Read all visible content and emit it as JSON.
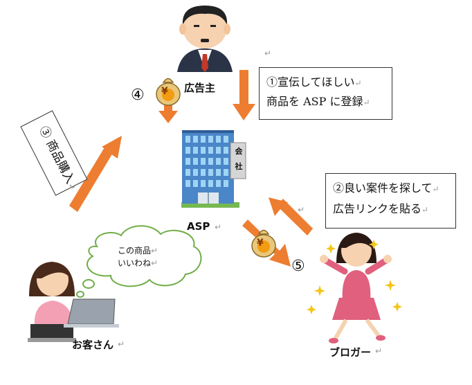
{
  "nodes": {
    "advertiser": "広告主",
    "asp": "ASP",
    "customer": "お客さん",
    "blogger": "ブロガー"
  },
  "building_sign": [
    "会",
    "社"
  ],
  "boxes": {
    "register": {
      "num": "①",
      "line1": "宣伝してほしい",
      "line2": "商品を ASP に登録"
    },
    "find": {
      "num": "②",
      "line1": "良い案件を探して",
      "line2": "広告リンクを貼る"
    },
    "purchase": {
      "num": "③",
      "text": "商品購入"
    }
  },
  "steps": {
    "four": "④",
    "five": "⑤"
  },
  "thought": {
    "line1": "この商品",
    "line2": "いいわね"
  },
  "currency_symbol": "¥",
  "return_mark": "↵",
  "colors": {
    "arrow": "#ed7d31",
    "building": "#4a86c8",
    "bubble_stroke": "#70ad47"
  }
}
